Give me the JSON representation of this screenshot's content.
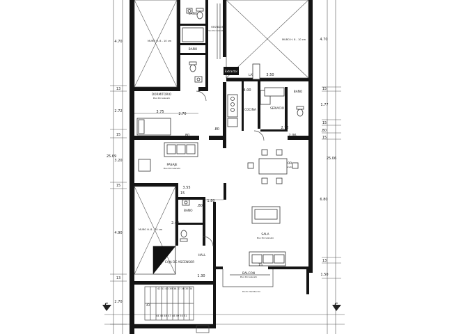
{
  "plan": {
    "rooms": {
      "bedroom_1": {
        "name": "MURO H. 8 - 10 cm",
        "floor": ""
      },
      "bathroom_1": {
        "name": "BAÑO"
      },
      "bathroom_2": {
        "name": "BAÑO"
      },
      "dressing": {
        "name": "VESTIDOR",
        "floor": "Piso Porcelanato"
      },
      "bedroom_main": {
        "name": "MURO H. 8 - 10 cm"
      },
      "bedroom_left": {
        "name": "DORMITORIO",
        "floor": "Piso Porcelanato"
      },
      "kitchen": {
        "name": "COCINA"
      },
      "laundry": {
        "name": "LAV."
      },
      "service": {
        "name": "SERVICIO"
      },
      "bath_service": {
        "name": "BAÑO"
      },
      "hall": {
        "name": "PASAJE",
        "floor": "Piso Porcelanato"
      },
      "dining": {
        "name": "COMEDOR",
        "floor": "Piso Porcelanato"
      },
      "living": {
        "name": "SALA",
        "floor": "Piso Porcelanato"
      },
      "bath_lower": {
        "name": "BAÑO"
      },
      "stair": {
        "name": "CAJA DE ASCENSOR"
      },
      "lobby": {
        "name": "HALL"
      },
      "balcony": {
        "name": "BALCON",
        "floor": "Piso Porcelanato"
      },
      "bedroom_lower": {
        "name": "MURO H. 8 - 10 cm"
      },
      "ventilation": {
        "name": "Ducto Ventilacion"
      },
      "extractor": {
        "name": "Extractor"
      }
    },
    "dims_left": [
      "4.70",
      "13",
      "2.72",
      "15",
      "25.69",
      "3.20",
      "15",
      "4.90",
      "13",
      "2.70"
    ],
    "dims_right": [
      "4.70",
      "15",
      "1.77",
      "15",
      ".80",
      "15",
      "25.06",
      "6.80",
      "13",
      "1.50"
    ],
    "dims_inner": [
      "3.75",
      "2.70",
      ".80",
      "3.50",
      "4.00",
      "2.72",
      "2.06",
      "3.55",
      ".80",
      "1.80",
      "2.43",
      "1.30",
      "15",
      "15",
      "80"
    ],
    "stair_steps_top": "42 41 40 39 38 37 36 35 34",
    "stair_steps_bottom": "44 45 46 47 48 49 50 51",
    "stair_mark": "43",
    "section_marker": "C"
  }
}
